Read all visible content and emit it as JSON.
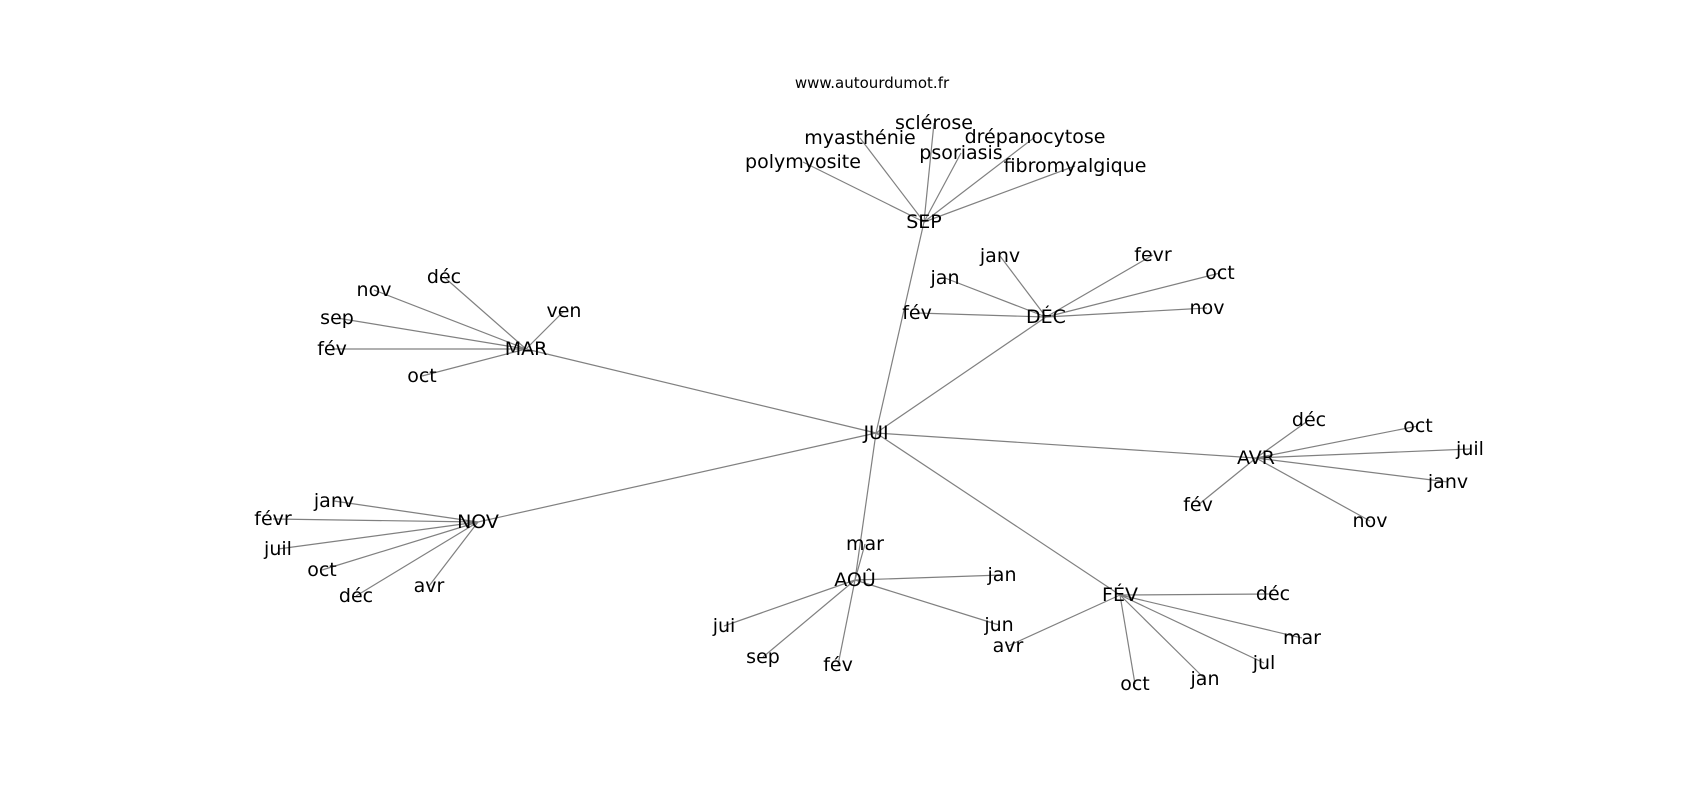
{
  "header": {
    "site": "www.autourdumot.fr"
  },
  "graph": {
    "center": "JUI",
    "hubs": [
      {
        "id": "sep",
        "label": "SEP",
        "leaves": [
          "sclérose",
          "myasthénie",
          "drépanocytose",
          "psoriasis",
          "polymyosite",
          "fibromyalgique"
        ]
      },
      {
        "id": "dec",
        "label": "DÉC",
        "leaves": [
          "janv",
          "fevr",
          "jan",
          "oct",
          "fév",
          "nov"
        ]
      },
      {
        "id": "mar",
        "label": "MAR",
        "leaves": [
          "déc",
          "nov",
          "ven",
          "sep",
          "fév",
          "oct"
        ]
      },
      {
        "id": "avr",
        "label": "AVR",
        "leaves": [
          "déc",
          "oct",
          "juil",
          "janv",
          "fév",
          "nov"
        ]
      },
      {
        "id": "nov",
        "label": "NOV",
        "leaves": [
          "janv",
          "févr",
          "juil",
          "oct",
          "déc",
          "avr"
        ]
      },
      {
        "id": "aou",
        "label": "AOÛ",
        "leaves": [
          "mar",
          "jan",
          "jui",
          "jun",
          "sep",
          "fév"
        ]
      },
      {
        "id": "fev",
        "label": "FÉV",
        "leaves": [
          "déc",
          "mar",
          "avr",
          "jul",
          "jan",
          "oct"
        ]
      }
    ]
  }
}
